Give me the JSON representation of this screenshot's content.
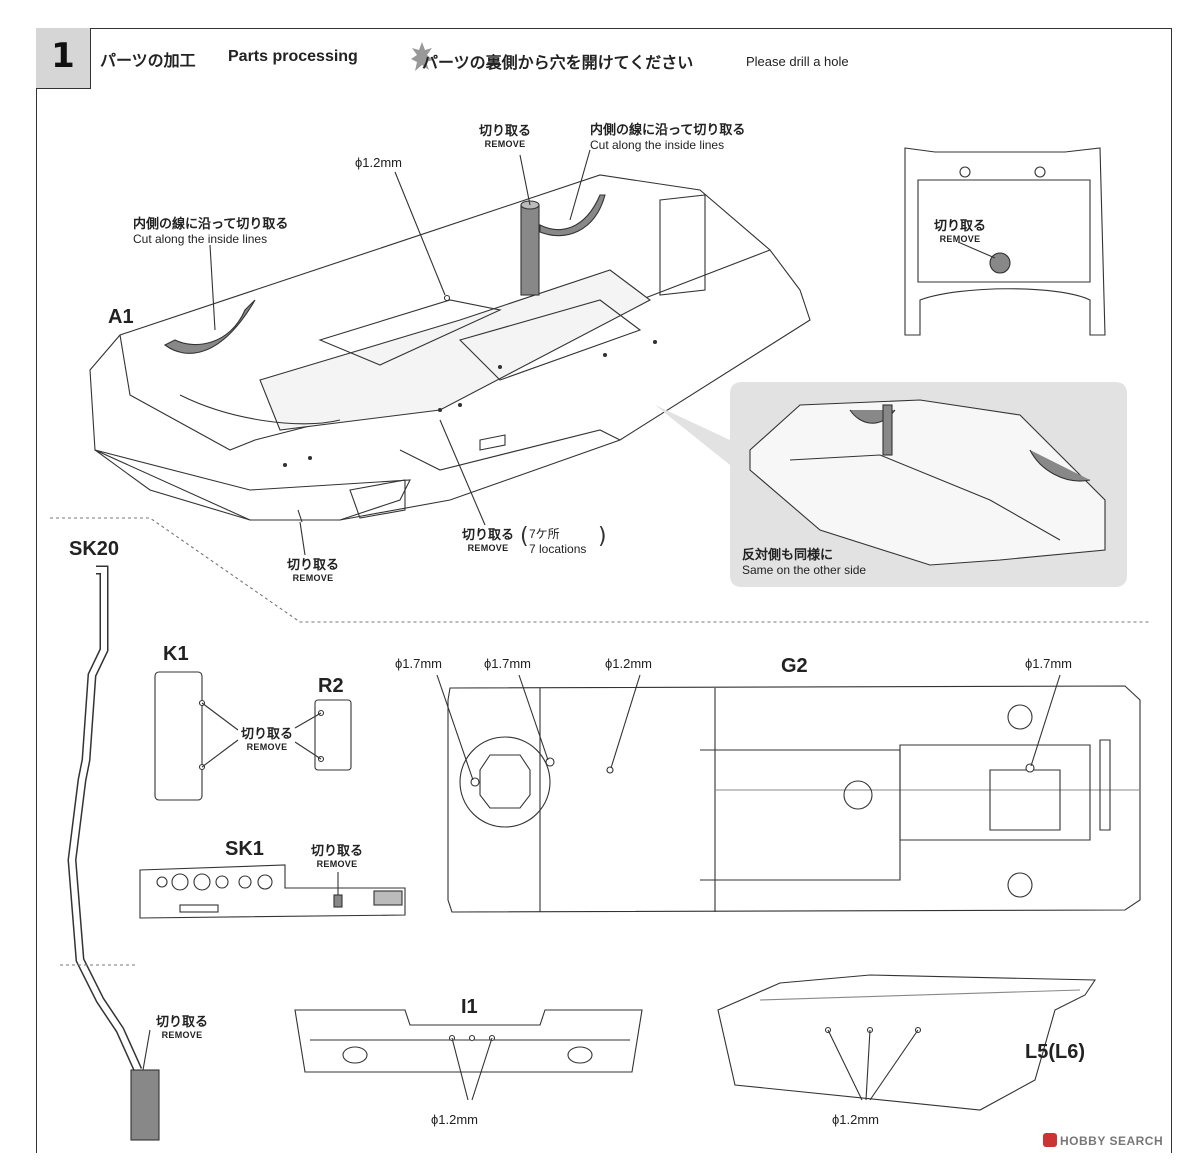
{
  "step": {
    "number": "1",
    "title_jp": "パーツの加工",
    "title_en": "Parts processing",
    "note_jp": "パーツの裏側から穴を開けてください",
    "note_en": "Please drill a hole"
  },
  "remove": {
    "jp": "切り取る",
    "en": "REMOVE"
  },
  "cut_inside": {
    "jp": "内側の線に沿って切り取る",
    "en": "Cut along the inside lines"
  },
  "locations": {
    "jp": "7ケ所",
    "en": "7 locations"
  },
  "other_side": {
    "jp": "反対側も同様に",
    "en": "Same on the other side"
  },
  "dims": {
    "d12": "ϕ1.2mm",
    "d17": "ϕ1.7mm"
  },
  "parts": {
    "a1": "A1",
    "sk20": "SK20",
    "k1": "K1",
    "r2": "R2",
    "sk1": "SK1",
    "g2": "G2",
    "i1": "I1",
    "l5": "L5(L6)"
  },
  "watermark": "HOBBY SEARCH",
  "colors": {
    "shade": "#888888",
    "panel": "#e2e2e2",
    "box": "#d6d6d6",
    "line": "#333333"
  }
}
